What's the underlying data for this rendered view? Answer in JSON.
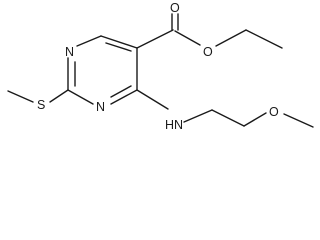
{
  "molecule": {
    "atoms": {
      "ring_n_top": "N",
      "ring_n_bottom": "N",
      "ester_o_carbonyl": "O",
      "ester_o_ether": "O",
      "sulfur": "S",
      "amine": "HN",
      "ether_o": "O"
    }
  }
}
